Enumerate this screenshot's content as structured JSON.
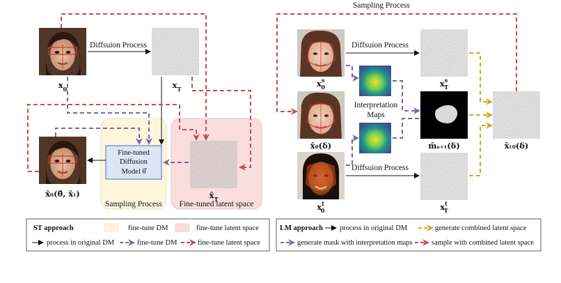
{
  "left": {
    "diffusion_process_label": "Diffsuion Process",
    "x0_label": "x",
    "x0_sub": "0",
    "xT_label": "x",
    "xT_sub": "T",
    "recon_label": "x̂₀(θ̂, x̂ₜ)",
    "model_box": [
      "Fine-tuned",
      "Diffusion",
      "Model θ̂"
    ],
    "sampling_region_label": "Sampling Process",
    "latent_region_label": "Fine-tuned latent space",
    "xT_hat_label": "x̂",
    "xT_hat_sub": "T"
  },
  "right": {
    "top_title": "Sampling Process",
    "diffusion_process_top": "Diffsuion Process",
    "diffusion_process_bottom": "Diffsuion Process",
    "interpretation_maps_label": [
      "Interpretation",
      "Maps"
    ],
    "xs0_label": "x",
    "xs0_sup": "s",
    "xs0_sub": "0",
    "xsT_label": "x",
    "xsT_sup": "s",
    "xsT_sub": "T",
    "x0delta_label": "x̂₀(δ)",
    "mask_label": "m̂ₛ₊ₜ(δ)",
    "xt0_label": "x",
    "xt0_sup": "t",
    "xt0_sub": "0",
    "xtT_label": "x",
    "xtT_sup": "t",
    "xtT_sub": "T",
    "final_label": "x̂ₜ₀(δ)"
  },
  "legend_left": {
    "title": "ST approach",
    "fine_tune_dm": "fine-tune DM",
    "fine_tune_latent": "fine-tune latent space",
    "process_original": "process in original DM",
    "fine_tune_dm_arrow": "fine-tune DM",
    "fine_tune_latent_arrow": "fine-tune latent space"
  },
  "legend_right": {
    "title": "LM approach",
    "process_original": "process in original DM",
    "generate_combined": "generate combined latent space",
    "generate_mask": "generate mask with interpretation maps",
    "sample_combined": "sample with combined latent space"
  },
  "colors": {
    "red_dashed": "#c0504d",
    "purple_dashed": "#8064a2",
    "gold_dashed": "#d9a21b",
    "yellow_region": "#fdf6dd",
    "pink_region": "#f9dede",
    "model_box_fill": "#dce6f7",
    "model_box_stroke": "#4a6fb0"
  },
  "icons": {
    "face_images": [
      "face-photo-icon"
    ],
    "noise_images": [
      "noise-image-icon"
    ],
    "heatmap_images": [
      "heatmap-icon"
    ],
    "mask_image": "mask-image-icon"
  }
}
